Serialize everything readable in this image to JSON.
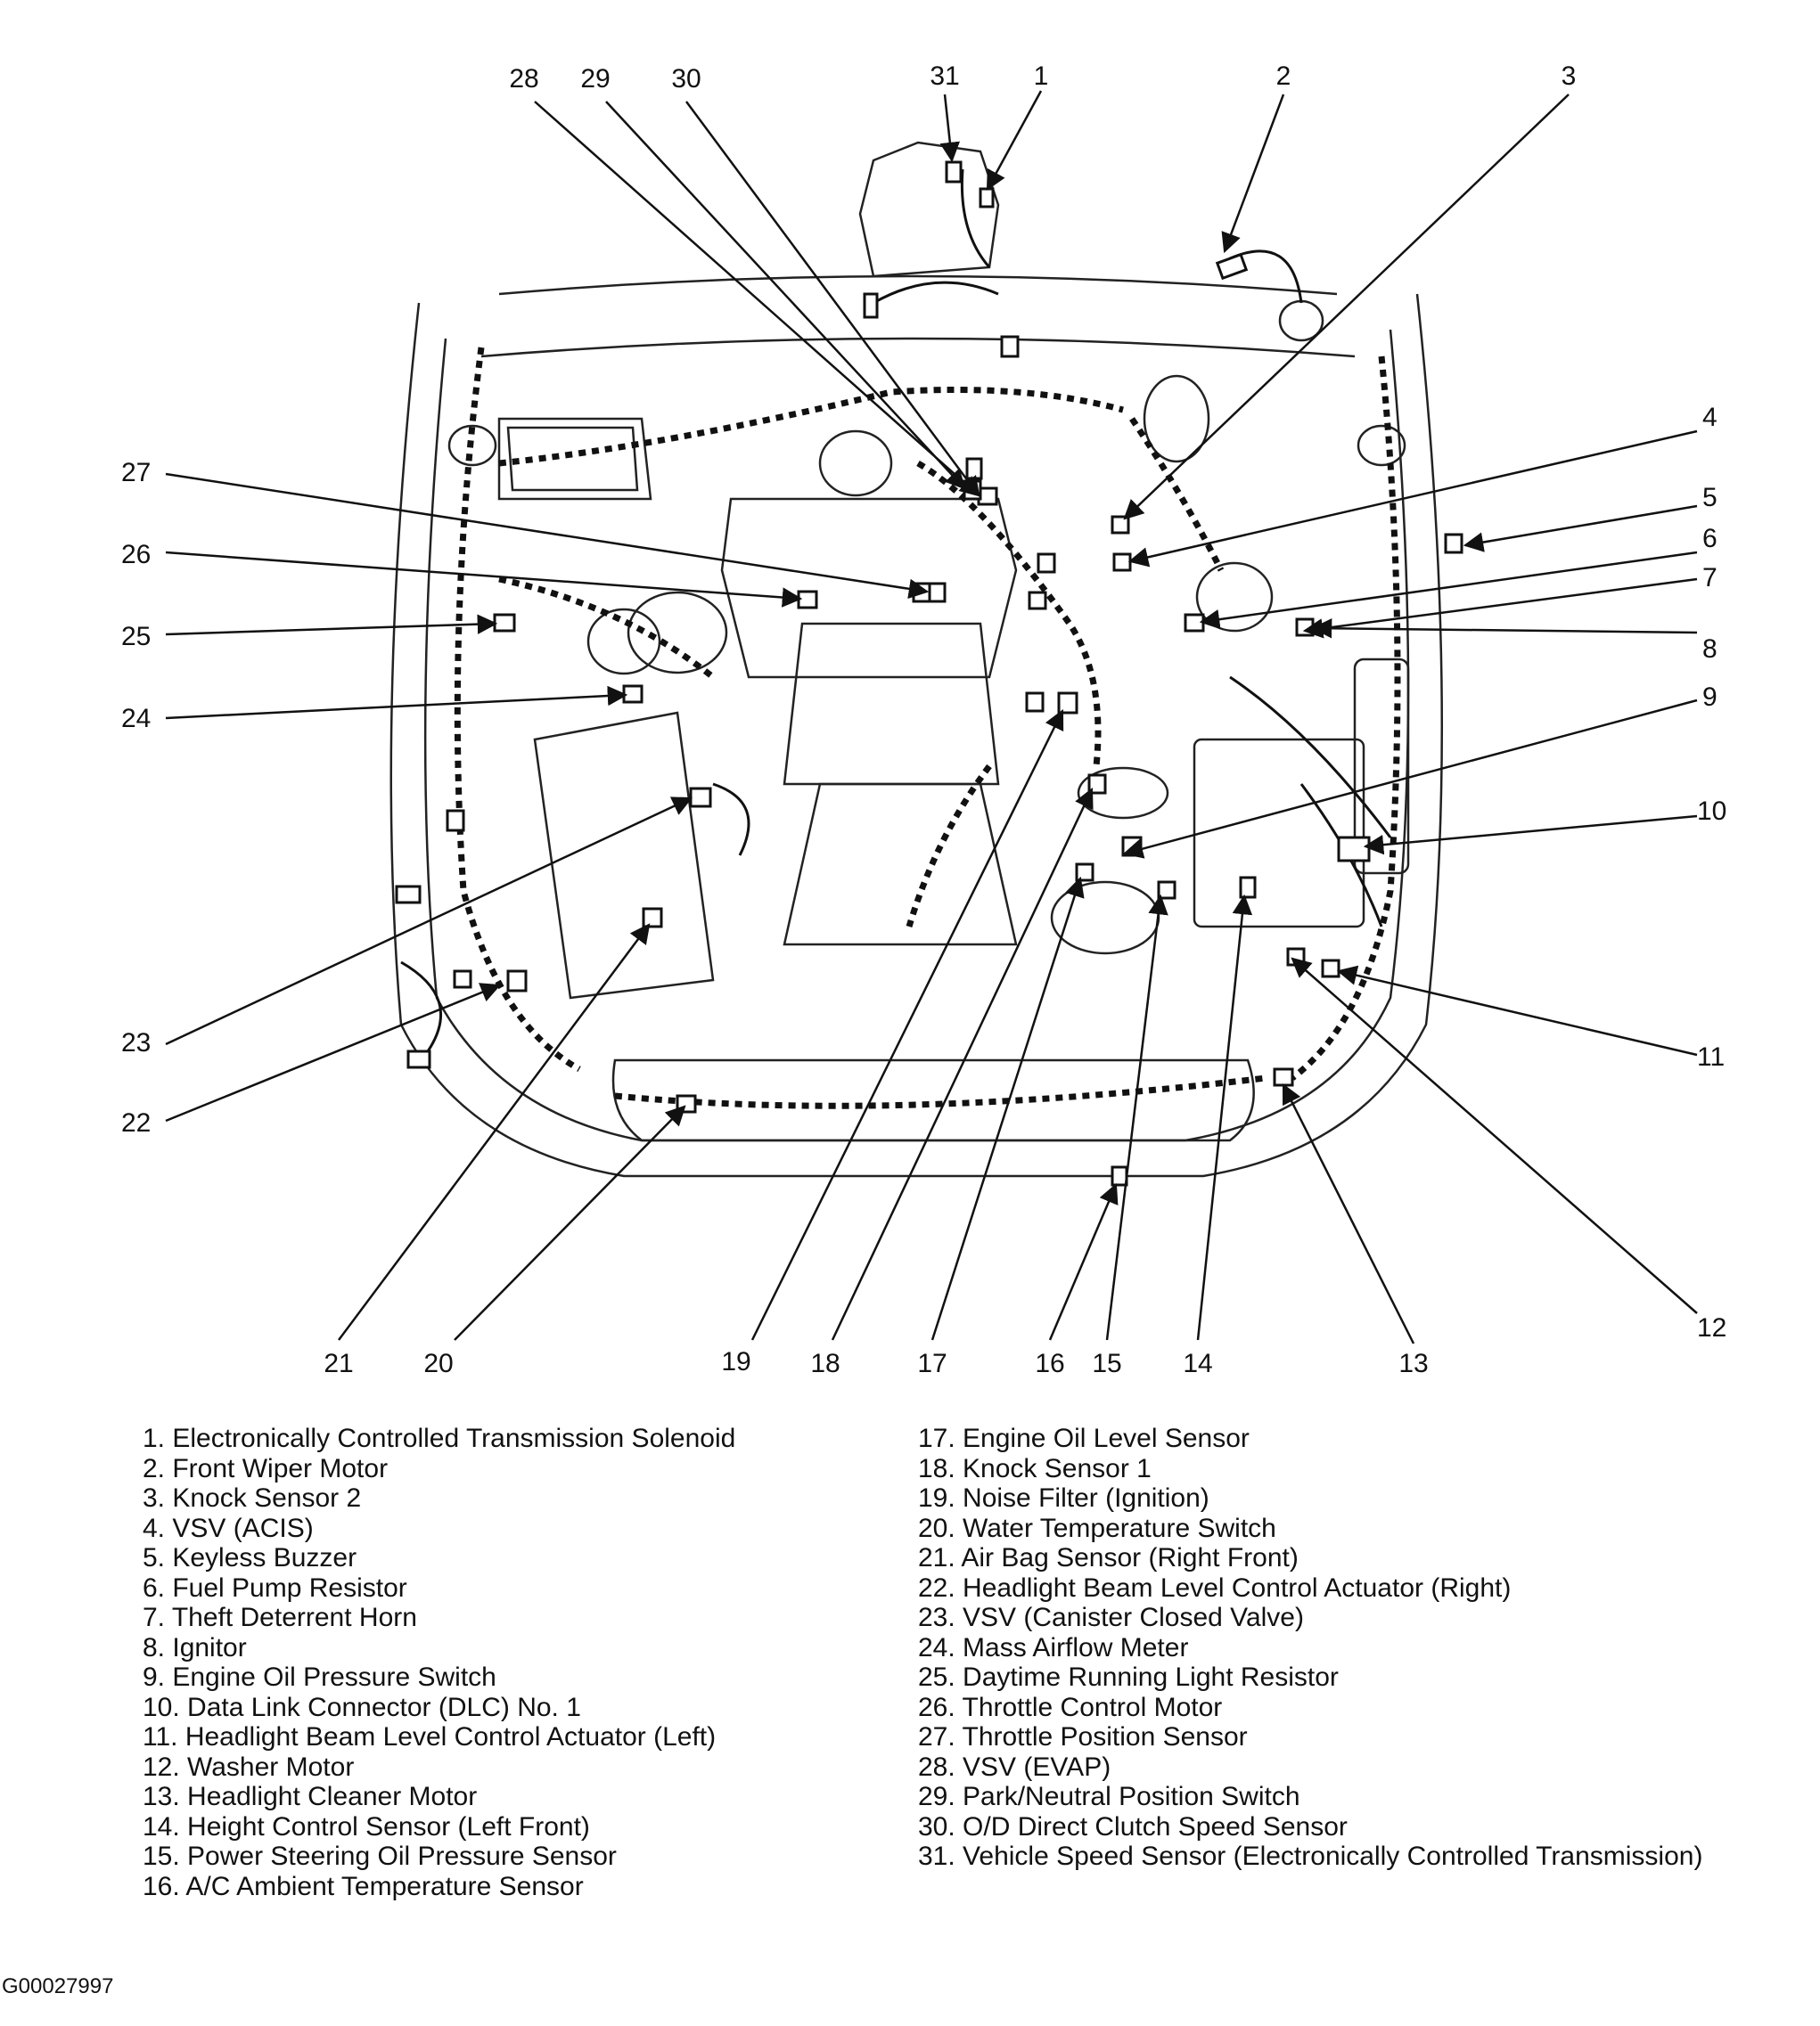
{
  "figure_id": "G00027997",
  "callouts": [
    "1",
    "2",
    "3",
    "4",
    "5",
    "6",
    "7",
    "8",
    "9",
    "10",
    "11",
    "12",
    "13",
    "14",
    "15",
    "16",
    "17",
    "18",
    "19",
    "20",
    "21",
    "22",
    "23",
    "24",
    "25",
    "26",
    "27",
    "28",
    "29",
    "30",
    "31"
  ],
  "legend_left": [
    "1. Electronically Controlled Transmission Solenoid",
    "2. Front Wiper Motor",
    "3. Knock Sensor 2",
    "4. VSV (ACIS)",
    "5. Keyless Buzzer",
    "6. Fuel Pump Resistor",
    "7. Theft Deterrent Horn",
    "8. Ignitor",
    "9. Engine Oil Pressure Switch",
    "10. Data Link Connector (DLC) No. 1",
    "11. Headlight Beam Level Control Actuator (Left)",
    "12. Washer Motor",
    "13. Headlight Cleaner Motor",
    "14. Height Control Sensor (Left Front)",
    "15. Power Steering Oil Pressure Sensor",
    "16. A/C Ambient Temperature Sensor"
  ],
  "legend_right": [
    "17. Engine Oil Level Sensor",
    "18. Knock Sensor 1",
    "19. Noise Filter (Ignition)",
    "20. Water Temperature Switch",
    "21. Air Bag Sensor (Right Front)",
    "22. Headlight Beam Level Control Actuator (Right)",
    "23. VSV (Canister Closed Valve)",
    "24. Mass Airflow Meter",
    "25. Daytime Running Light Resistor",
    "26. Throttle Control Motor",
    "27. Throttle Position Sensor",
    "28. VSV (EVAP)",
    "29. Park/Neutral Position Switch",
    "30. O/D Direct Clutch Speed Sensor",
    "31. Vehicle Speed Sensor (Electronically Controlled Transmission)"
  ]
}
